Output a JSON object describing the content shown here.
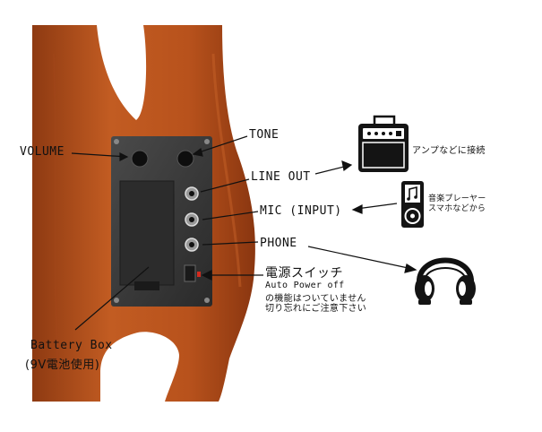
{
  "labels": {
    "volume": "VOLUME",
    "tone": "TONE",
    "line_out": "LINE OUT",
    "mic_input": "MIC (INPUT)",
    "phone": "PHONE",
    "power_switch": "電源スイッチ",
    "power_note_1": "Auto Power off",
    "power_note_2": "の機能はついていません",
    "power_note_3": "切り忘れにご注意下さい",
    "battery_box": "Battery Box",
    "battery_type": "(9V電池使用)",
    "amp_note": "アンプなどに接続",
    "player_note_1": "音楽プレーヤー",
    "player_note_2": "スマホなどから"
  },
  "icons": {
    "amplifier": "amplifier-icon",
    "music_player": "music-player-icon",
    "headphones": "headphones-icon"
  },
  "colors": {
    "wood": "#b5511f",
    "panel": "#3a3a3a",
    "ink": "#111111"
  }
}
